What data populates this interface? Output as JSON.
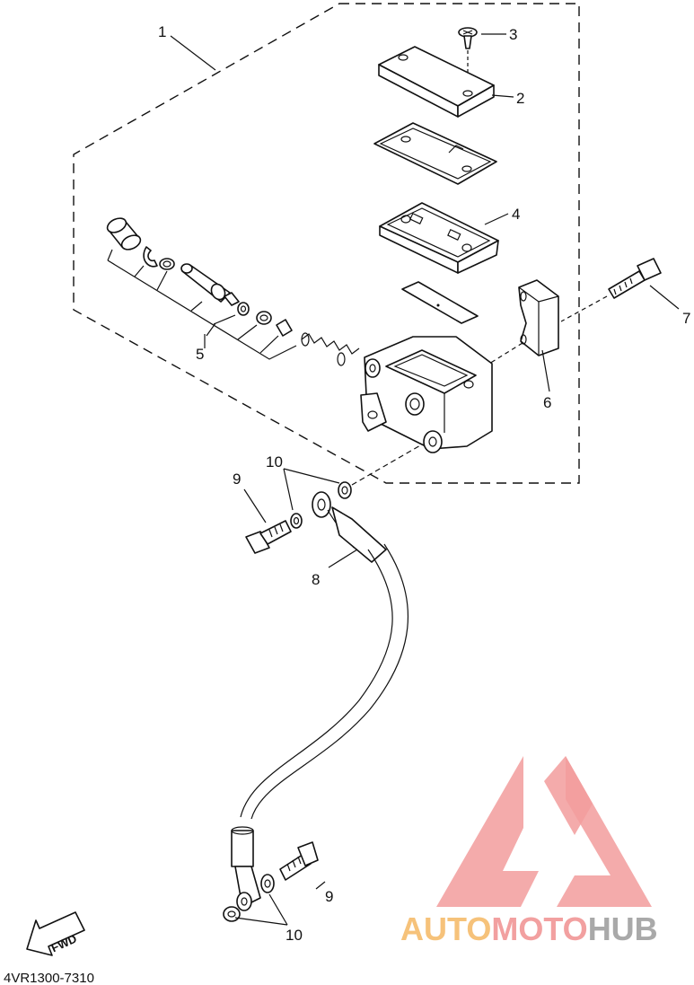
{
  "callouts": {
    "c1": "1",
    "c2": "2",
    "c3": "3",
    "c4": "4",
    "c5": "5",
    "c6": "6",
    "c7": "7",
    "c8": "8",
    "c9a": "9",
    "c9b": "9",
    "c10a": "10",
    "c10b": "10"
  },
  "fwd_label": "FWD",
  "diagram_code": "4VR1300-7310",
  "watermark": {
    "part1": "AUTO",
    "part2": "MOTO",
    "part3": "HUB"
  },
  "colors": {
    "line": "#111111",
    "logo_red": "#f29c9c",
    "logo_orange": "#f6c27a",
    "logo_gray": "#a9a9a9"
  }
}
